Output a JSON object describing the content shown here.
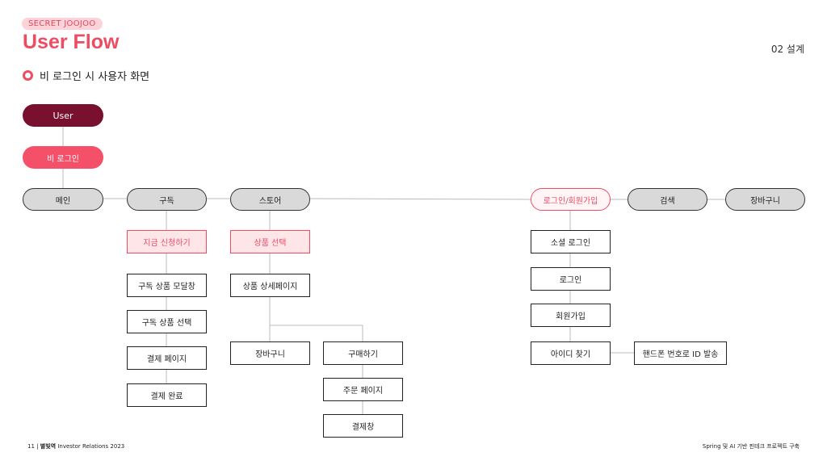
{
  "header": {
    "tag": "SECRET JOOJOO",
    "title": "User Flow",
    "section": "02 설계",
    "subtitle": "비 로그인 시 사용자 화면",
    "subtitle_icon": "ring-bullet-icon",
    "accent_color": "#ee4c62",
    "dark_color": "#7a1030"
  },
  "nodes": {
    "user": "User",
    "non_login": "비 로그인",
    "main": "메인",
    "subscribe": "구독",
    "store": "스토어",
    "login_signup": "로그인/회원가입",
    "search": "검색",
    "cart": "장바구니",
    "apply_now": "지금 신청하기",
    "sub_modal": "구독 상품 모달창",
    "sub_select": "구독 상품 선택",
    "payment_page": "결제 페이지",
    "payment_done": "결제 완료",
    "product_select": "상품 선택",
    "product_detail": "상품 상세페이지",
    "store_cart": "장바구니",
    "buy": "구매하기",
    "order_page": "주문 페이지",
    "checkout": "결제창",
    "social_login": "소셜 로그인",
    "login": "로그인",
    "signup": "회원가입",
    "find_id": "아이디 찾기",
    "phone_id": "핸드폰 번호로 ID 발송"
  },
  "footer": {
    "page": "11",
    "company": "별빛역",
    "report": "Investor Relations 2023",
    "project": "Spring 및 AI 기반 핀테크 프로젝트 구축"
  }
}
